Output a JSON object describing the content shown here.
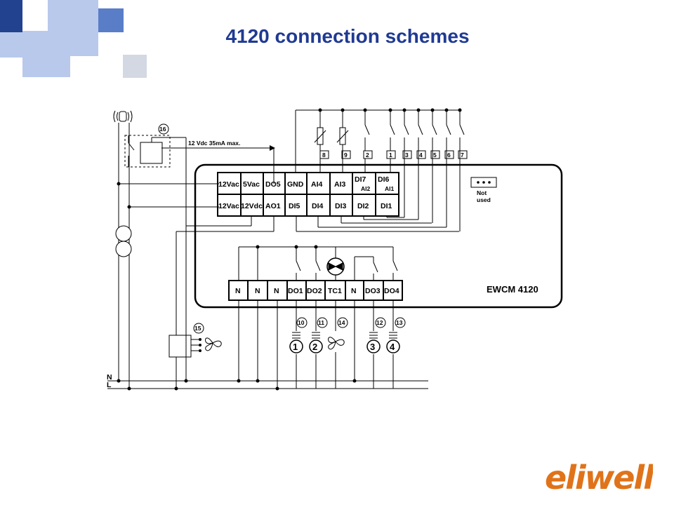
{
  "title": "4120 connection schemes",
  "model": "EWCM 4120",
  "supply_note": "12 Vdc 35mA max.",
  "not_used": [
    "Not",
    "used"
  ],
  "line_labels": [
    "N",
    "L"
  ],
  "terminals_top_row": [
    "12Vac",
    "5Vac",
    "DO5",
    "GND",
    "AI4",
    "AI3",
    "DI7",
    "DI6"
  ],
  "terminals_top_sub": [
    "AI2",
    "AI1"
  ],
  "terminals_bottom_row": [
    "12Vac",
    "12Vdc",
    "AO1",
    "DI5",
    "DI4",
    "DI3",
    "DI2",
    "DI1"
  ],
  "terminals_output_row": [
    "N",
    "N",
    "N",
    "DO1",
    "DO2",
    "TC1",
    "N",
    "DO3",
    "DO4"
  ],
  "input_numbers": [
    "8",
    "9",
    "2",
    "1",
    "3",
    "4",
    "5",
    "6",
    "7"
  ],
  "callouts": [
    "16",
    "15",
    "10",
    "11",
    "14",
    "12",
    "13"
  ],
  "load_numbers": [
    "1",
    "2",
    "3",
    "4"
  ],
  "brand": "eliwell",
  "colors": {
    "title": "#1f3a93",
    "brand": "#e0731a",
    "deco_dark": "#22418f",
    "deco_mid": "#5a7dc8",
    "deco_light": "#b9c9ec",
    "deco_grey": "#d3d8e2"
  }
}
